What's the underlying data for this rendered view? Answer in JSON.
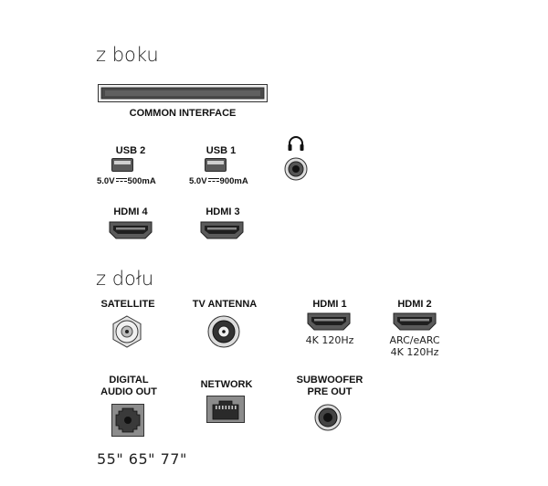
{
  "sections": {
    "side": {
      "title": "z boku"
    },
    "bottom": {
      "title": "z dołu"
    }
  },
  "side_ports": {
    "common_interface": {
      "label": "COMMON INTERFACE",
      "icon": "card-slot-icon"
    },
    "usb2": {
      "label": "USB 2",
      "power_left": "5.0V",
      "power_right": "500mA",
      "icon": "usb-port-icon"
    },
    "usb1": {
      "label": "USB 1",
      "power_left": "5.0V",
      "power_right": "900mA",
      "icon": "usb-port-icon"
    },
    "headphone": {
      "icon": "headphones-icon",
      "jack_icon": "audio-jack-icon"
    },
    "hdmi4": {
      "label": "HDMI 4",
      "icon": "hdmi-port-icon"
    },
    "hdmi3": {
      "label": "HDMI 3",
      "icon": "hdmi-port-icon"
    }
  },
  "bottom_ports": {
    "satellite": {
      "label": "SATELLITE",
      "icon": "satellite-connector-icon"
    },
    "tv_antenna": {
      "label": "TV ANTENNA",
      "icon": "antenna-connector-icon"
    },
    "hdmi1": {
      "label": "HDMI 1",
      "spec": "4K 120Hz",
      "icon": "hdmi-port-icon"
    },
    "hdmi2": {
      "label": "HDMI 2",
      "spec_line1": "ARC/eARC",
      "spec_line2": "4K 120Hz",
      "icon": "hdmi-port-icon"
    },
    "digital_audio_out": {
      "label_line1": "DIGITAL",
      "label_line2": "AUDIO OUT",
      "icon": "optical-port-icon"
    },
    "network": {
      "label": "NETWORK",
      "icon": "ethernet-port-icon"
    },
    "subwoofer": {
      "label_line1": "SUBWOOFER",
      "label_line2": "PRE OUT",
      "icon": "rca-jack-icon"
    }
  },
  "footer": {
    "sizes": "55\" 65\" 77\""
  },
  "colors": {
    "port_fill": "#555555",
    "port_stroke": "#2a2a2a",
    "light_fill": "#e6e6e6"
  }
}
